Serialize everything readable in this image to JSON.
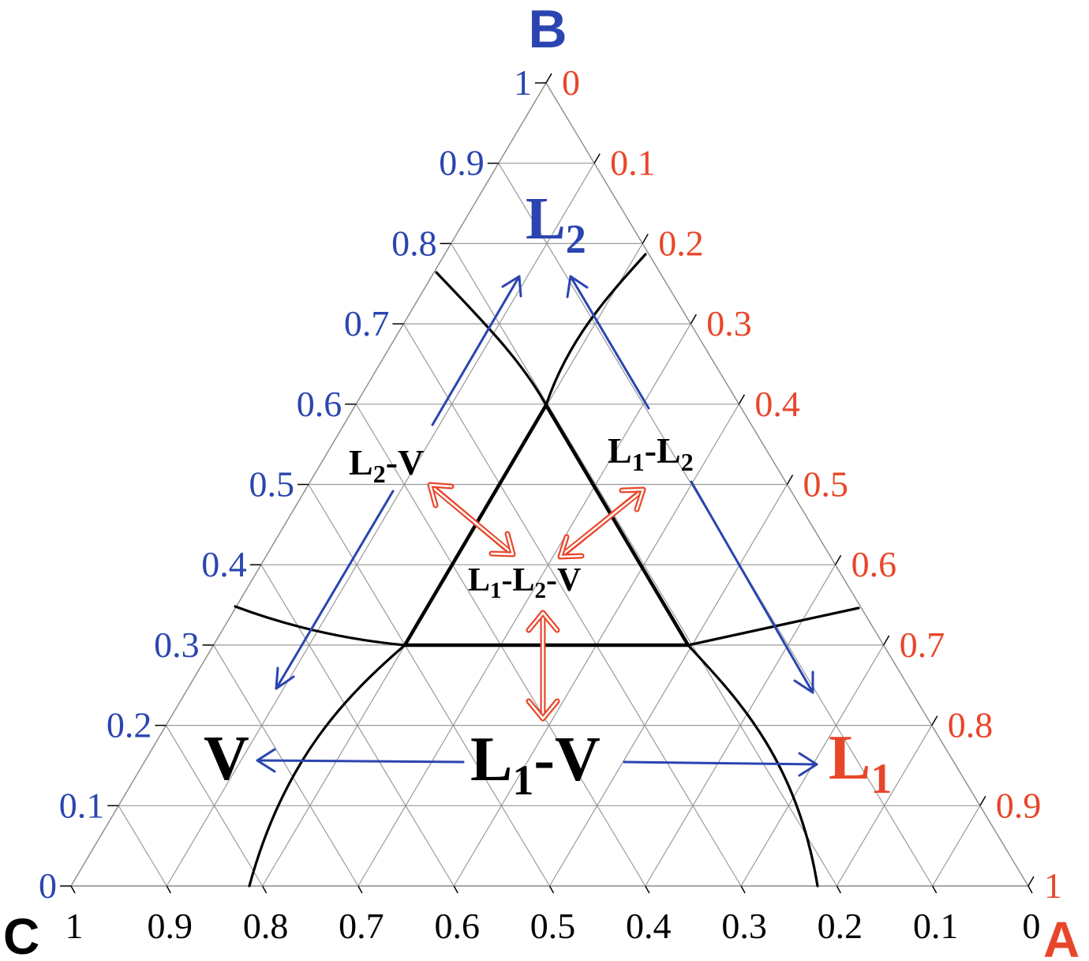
{
  "vertices": {
    "top_label": "B",
    "left_label": "C",
    "right_label": "A"
  },
  "left_axis_ticks": [
    "0",
    "0.1",
    "0.2",
    "0.3",
    "0.4",
    "0.5",
    "0.6",
    "0.7",
    "0.8",
    "0.9",
    "1"
  ],
  "right_axis_ticks": [
    "1",
    "0.9",
    "0.8",
    "0.7",
    "0.6",
    "0.5",
    "0.4",
    "0.3",
    "0.2",
    "0.1",
    "0"
  ],
  "bottom_axis_ticks": [
    "1",
    "0.9",
    "0.8",
    "0.7",
    "0.6",
    "0.5",
    "0.4",
    "0.3",
    "0.2",
    "0.1",
    "0"
  ],
  "regions": {
    "l2": {
      "main": "L",
      "sub": "2"
    },
    "l2_v": {
      "a": "L",
      "a_sub": "2",
      "b": "-V"
    },
    "l1_l2": {
      "a": "L",
      "a_sub": "1",
      "b": "-L",
      "b_sub": "2"
    },
    "l1_l2_v": {
      "a": "L",
      "a_sub": "1",
      "b": "-L",
      "b_sub": "2",
      "c": "-V"
    },
    "l1_v": {
      "a": "L",
      "a_sub": "1",
      "b": "-V"
    },
    "v": {
      "main": "V"
    },
    "l1": {
      "main": "L",
      "sub": "1"
    }
  },
  "colors": {
    "blue": "#2b45b0",
    "red": "#e8462a",
    "black": "#000000",
    "grid": "#9a9a9a"
  }
}
